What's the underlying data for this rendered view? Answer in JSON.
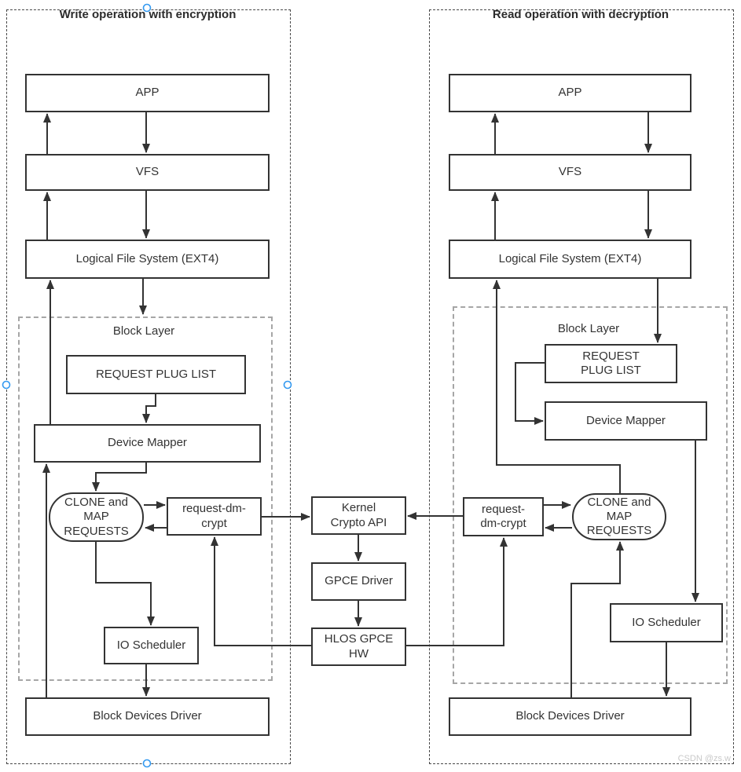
{
  "left_panel": {
    "title": "Write operation with encryption",
    "block_layer_label": "Block Layer",
    "boxes": {
      "app": "APP",
      "vfs": "VFS",
      "lfs": "Logical File System (EXT4)",
      "request_plug_list": "REQUEST PLUG LIST",
      "device_mapper": "Device Mapper",
      "clone_map_requests": "CLONE and\nMAP\nREQUESTS",
      "request_dm_crypt": "request-dm-\ncrypt",
      "io_scheduler": "IO Scheduler",
      "block_devices_driver": "Block Devices Driver"
    }
  },
  "crypto_stack": {
    "kernel_crypto_api": "Kernel\nCrypto API",
    "gpce_driver": "GPCE Driver",
    "hlos_gpce_hw": "HLOS GPCE\nHW"
  },
  "right_panel": {
    "title": "Read operation with decryption",
    "block_layer_label": "Block Layer",
    "boxes": {
      "app": "APP",
      "vfs": "VFS",
      "lfs": "Logical File System (EXT4)",
      "request_plug_list": "REQUEST\nPLUG LIST",
      "device_mapper": "Device Mapper",
      "request_dm_crypt": "request-\ndm-crypt",
      "clone_map_requests": "CLONE and\nMAP\nREQUESTS",
      "io_scheduler": "IO Scheduler",
      "block_devices_driver": "Block Devices Driver"
    }
  },
  "watermark": "CSDN @zs.w",
  "colors": {
    "box_border": "#333333",
    "text": "#333333",
    "outer_dash_border": "#474747",
    "inner_dash_border": "#a6a6a6",
    "arrow": "#333333",
    "selection_handle": "#3399f0",
    "watermark_text": "#c9c9c9"
  }
}
